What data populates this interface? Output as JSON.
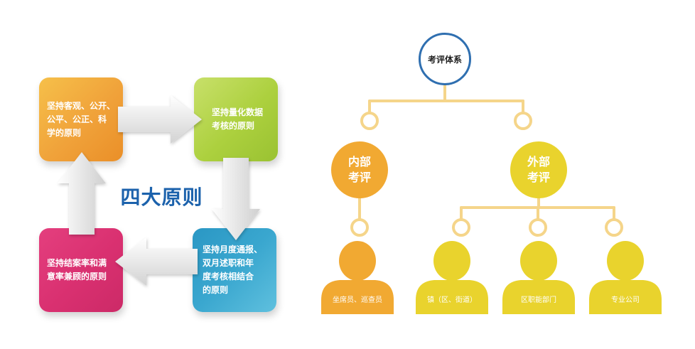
{
  "principles": {
    "top_left": [
      "坚持客观、公开、",
      "公平、公正、科",
      "学的原则"
    ],
    "top_right": [
      "坚持量化数据",
      "考核的原则"
    ],
    "bottom_right": [
      "坚持月度通报、",
      "双月述职和年",
      "度考核相结合",
      "的原则"
    ],
    "bottom_left": [
      "坚持结案率和满",
      "意率兼顾的原则"
    ],
    "center_title": "四大原则"
  },
  "tree": {
    "root": "考评体系",
    "inner": {
      "line1": "内部",
      "line2": "考评"
    },
    "outer": {
      "line1": "外部",
      "line2": "考评"
    },
    "people": [
      "坐席员、巡查员",
      "镇（区、街道）",
      "区职能部门",
      "专业公司"
    ]
  },
  "colors": {
    "orange": "#f1a932",
    "green": "#acd03e",
    "blue": "#3aa7cf",
    "pink": "#d93070",
    "yellow": "#e9d32d",
    "connector": "#f5d58a",
    "title_blue": "#1c62ac"
  }
}
